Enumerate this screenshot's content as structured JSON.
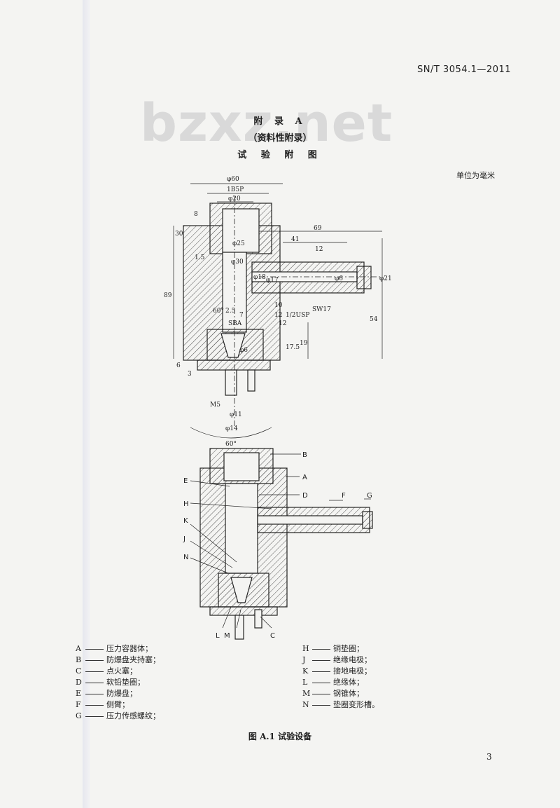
{
  "header": {
    "standard_no": "SN/T 3054.1—2011",
    "watermark": "bzxz.net"
  },
  "annex": {
    "title": "附 录 A",
    "subtitle": "（资料性附录）",
    "heading": "试 验 附 图",
    "unit_note": "单位为毫米"
  },
  "top_drawing": {
    "dims": [
      "φ60",
      "1B5P",
      "φ20",
      "8",
      "30",
      "φ25",
      "1.5",
      "φ30",
      "89",
      "69",
      "41",
      "12",
      "φ18",
      "φ17",
      "φ6",
      "φ21",
      "SW17",
      "1/2USP",
      "10",
      "12",
      "54",
      "12",
      "60°",
      "2.5",
      "7",
      "SBA",
      "φ6",
      "17.5",
      "19",
      "6",
      "3",
      "M5",
      "φ11",
      "φ14",
      "60°"
    ]
  },
  "bottom_drawing": {
    "labels": [
      "B",
      "E",
      "A",
      "D",
      "H",
      "F",
      "G",
      "K",
      "J",
      "N",
      "L",
      "M",
      "C"
    ]
  },
  "legend_left": [
    {
      "key": "A",
      "text": "压力容器体；"
    },
    {
      "key": "B",
      "text": "防爆盘夹持塞；"
    },
    {
      "key": "C",
      "text": "点火塞；"
    },
    {
      "key": "D",
      "text": "软铅垫圈；"
    },
    {
      "key": "E",
      "text": "防爆盘；"
    },
    {
      "key": "F",
      "text": "侧臂；"
    },
    {
      "key": "G",
      "text": "压力传感螺纹；"
    }
  ],
  "legend_right": [
    {
      "key": "H",
      "text": "铜垫圈；"
    },
    {
      "key": "J",
      "text": "绝缘电极；"
    },
    {
      "key": "K",
      "text": "接地电极；"
    },
    {
      "key": "L",
      "text": "绝缘体；"
    },
    {
      "key": "M",
      "text": "钢锥体；"
    },
    {
      "key": "N",
      "text": "垫圈变形槽。"
    }
  ],
  "caption": "图 A.1  试验设备",
  "page_number": "3"
}
